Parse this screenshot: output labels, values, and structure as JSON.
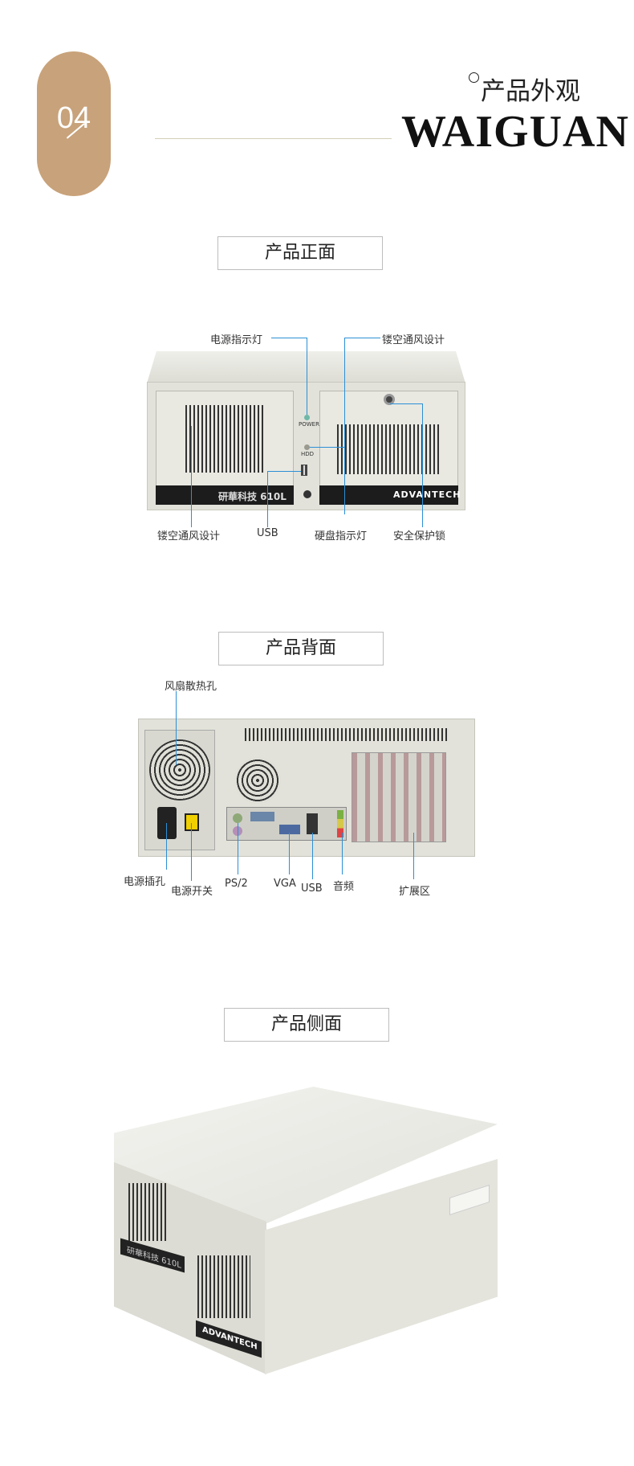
{
  "header": {
    "badge_number": "04",
    "subtitle": "产品外观",
    "title": "WAIGUAN"
  },
  "front": {
    "section_title": "产品正面",
    "labels": {
      "power_led": "电源指示灯",
      "vent_top": "镂空通风设计",
      "vent_bottom": "镂空通风设计",
      "usb": "USB",
      "hdd_led": "硬盘指示灯",
      "lock": "安全保护锁"
    },
    "panel_brand_cn": "研華科技 610L",
    "panel_brand_en": "ADVANTECH",
    "power_text": "POWER",
    "hdd_text": "HDD"
  },
  "back": {
    "section_title": "产品背面",
    "labels": {
      "fan_vent": "风扇散热孔",
      "power_socket": "电源插孔",
      "power_switch": "电源开关",
      "ps2": "PS/2",
      "vga": "VGA",
      "usb": "USB",
      "audio": "音频",
      "expansion": "扩展区"
    }
  },
  "side": {
    "section_title": "产品侧面",
    "brand_en": "ADVANTECH",
    "brand_cn": "研華科技 610L"
  },
  "colors": {
    "badge": "#c8a27a",
    "callout_line": "#2c8fd6",
    "chassis": "#e4e4dd"
  }
}
